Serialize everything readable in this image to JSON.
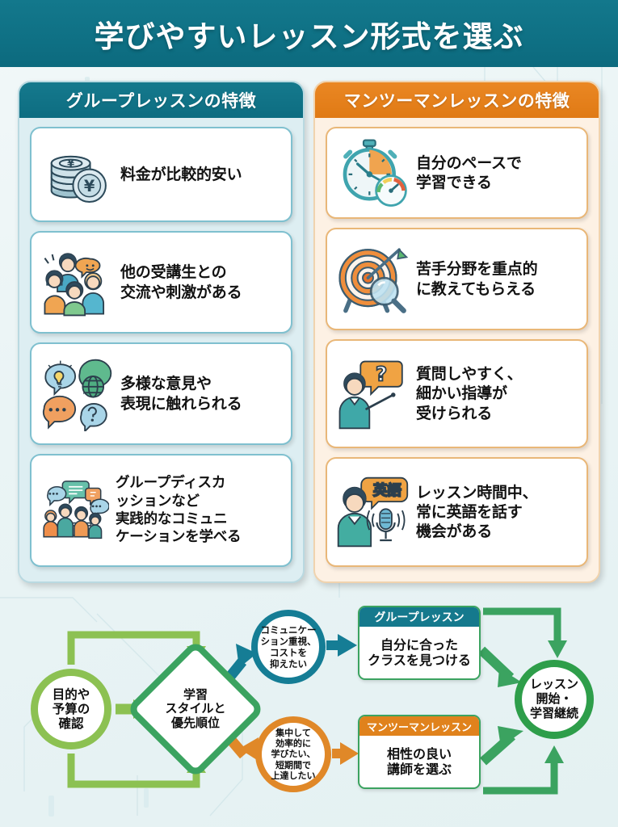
{
  "title": {
    "text": "学びやすいレッスン形式を選ぶ"
  },
  "theme": {
    "teal": "#137a8e",
    "orange": "#e8821e",
    "green": "#2e9e4a",
    "light_green": "#8cc152",
    "panel_left_bg": "#ddeef2",
    "panel_right_bg": "#fdf1e4",
    "page_bg": "#eaf4f5"
  },
  "panels": [
    {
      "id": "group-lesson",
      "header": "グループレッスンの特徴",
      "cards": [
        {
          "icon": "coin-stack-yen-icon",
          "text": "料金が比較的安い"
        },
        {
          "icon": "group-of-people-icon",
          "text": "他の受講生との\n交流や刺激がある"
        },
        {
          "icon": "speech-bubbles-idea-globe-icon",
          "text": "多様な意見や\n表現に触れられる"
        },
        {
          "icon": "group-discussion-table-icon",
          "text": "グループディスカ\nッションなど\n実践的なコミュニ\nケーションを学べる"
        }
      ]
    },
    {
      "id": "private-lesson",
      "header": "マンツーマンレッスンの特徴",
      "cards": [
        {
          "icon": "stopwatch-speedometer-icon",
          "text": "自分のペースで\n学習できる"
        },
        {
          "icon": "target-arrow-magnifier-icon",
          "text": "苦手分野を重点的\nに教えてもらえる"
        },
        {
          "icon": "teacher-question-pointer-icon",
          "text": "質問しやすく、\n細かい指導が\n受けられる"
        },
        {
          "icon": "speaker-english-microphone-icon",
          "text": "レッスン時間中、\n常に英語を話す\n機会がある"
        }
      ]
    }
  ],
  "flow": {
    "nodes": {
      "start": "目的や\n予算の\n確認",
      "decision": "学習\nスタイルと\n優先順位",
      "branch_comm": "コミュニケー\nション重視、\nコストを\n抑えたい",
      "branch_focus": "集中して\n効率的に\n学びたい、\n短期間で\n上達したい",
      "group_box_header": "グループレッスン",
      "group_box_body": "自分に合った\nクラスを見つける",
      "private_box_header": "マンツーマンレッスン",
      "private_box_body": "相性の良い\n講師を選ぶ",
      "end": "レッスン\n開始・\n学習継続"
    }
  }
}
